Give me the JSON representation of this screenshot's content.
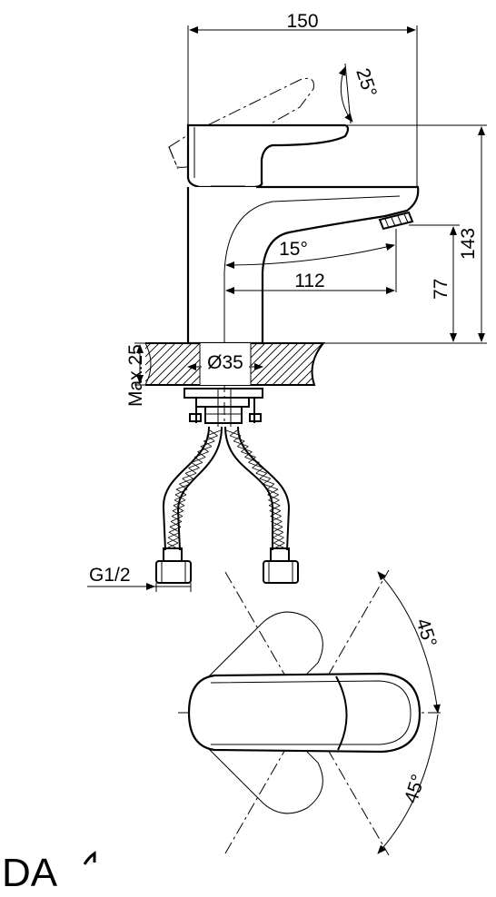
{
  "dimensions": {
    "width_150": "150",
    "angle_25": "25°",
    "height_143": "143",
    "height_77": "77",
    "angle_15": "15°",
    "reach_112": "112",
    "max_thickness": "Max.25",
    "diameter_35": "Ø35",
    "thread": "G1/2",
    "angle_45_top": "45°",
    "angle_45_bottom": "45°"
  },
  "brand": {
    "visible_text": "DA"
  }
}
